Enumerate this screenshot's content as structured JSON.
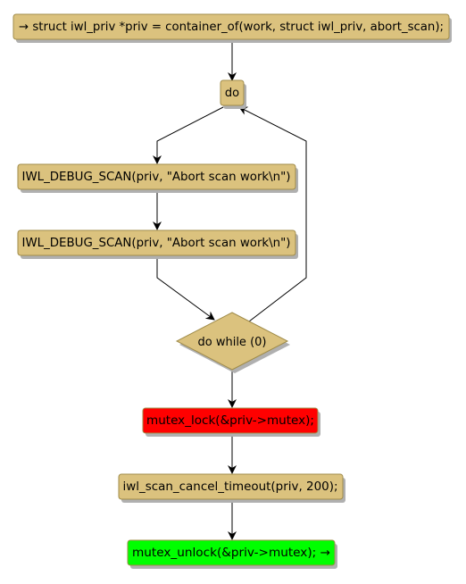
{
  "diagram": {
    "nodes": [
      {
        "id": "start",
        "label": "→ struct iwl_priv *priv = container_of(work, struct iwl_priv, abort_scan);",
        "shape": "box",
        "color": "#dbc27e"
      },
      {
        "id": "do",
        "label": "do",
        "shape": "box",
        "color": "#dbc27e"
      },
      {
        "id": "dbg1",
        "label": "IWL_DEBUG_SCAN(priv, \"Abort scan work\\n\")",
        "shape": "box",
        "color": "#dbc27e"
      },
      {
        "id": "dbg2",
        "label": "IWL_DEBUG_SCAN(priv, \"Abort scan work\\n\")",
        "shape": "box",
        "color": "#dbc27e"
      },
      {
        "id": "while",
        "label": "do while (0)",
        "shape": "diamond",
        "color": "#dbc27e"
      },
      {
        "id": "lock",
        "label": "mutex_lock(&priv->mutex);",
        "shape": "box",
        "color": "#ff0000"
      },
      {
        "id": "cancel",
        "label": "iwl_scan_cancel_timeout(priv, 200);",
        "shape": "box",
        "color": "#dbc27e"
      },
      {
        "id": "unlock",
        "label": "mutex_unlock(&priv->mutex); →",
        "shape": "box",
        "color": "#00ff00"
      }
    ],
    "edges": [
      {
        "from": "start",
        "to": "do"
      },
      {
        "from": "do",
        "to": "dbg1"
      },
      {
        "from": "dbg1",
        "to": "dbg2"
      },
      {
        "from": "dbg2",
        "to": "while"
      },
      {
        "from": "while",
        "to": "do"
      },
      {
        "from": "while",
        "to": "lock"
      },
      {
        "from": "lock",
        "to": "cancel"
      },
      {
        "from": "cancel",
        "to": "unlock"
      }
    ],
    "colors": {
      "node_fill": "#dbc27e",
      "node_border": "#a08c4a",
      "shadow": "#b0b0b0",
      "edge": "#000000"
    }
  }
}
